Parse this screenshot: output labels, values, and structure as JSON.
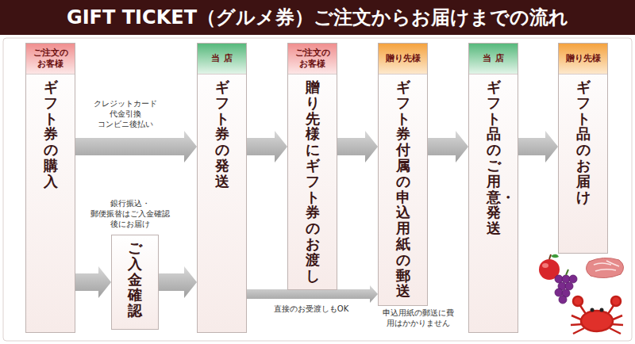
{
  "diagram": {
    "title": "GIFT TICKET（グルメ券）ご注文からお届けまでの流れ",
    "nodes": [
      {
        "text": [
          "ご注文のお客様",
          "ギフト券の購入"
        ]
      },
      {
        "text": [
          "ご入金確認"
        ]
      },
      {
        "text": [
          "当店",
          "ギフト券の発送"
        ]
      },
      {
        "text": [
          "ご注文のお客様",
          "贈り先様にギフト券のお渡し"
        ]
      },
      {
        "text": [
          "贈り先様",
          "ギフト券付属の申込用紙の郵送"
        ]
      },
      {
        "text": [
          "当店",
          "ギフト品のご用意・発送"
        ]
      },
      {
        "text": [
          "贈り先様",
          "ギフト品のお届け"
        ]
      }
    ],
    "edges": [
      {
        "from": 0,
        "to": 2,
        "label": "クレジットカード 代金引換 コンビニ後払い",
        "arrow": "to"
      },
      {
        "from": 0,
        "to": 1,
        "label": "銀行振込・郵便振替はご入金確認後にお届け",
        "arrow": "to"
      },
      {
        "from": 1,
        "to": 2,
        "arrow": "to"
      },
      {
        "from": 2,
        "to": 3,
        "arrow": "to"
      },
      {
        "from": 2,
        "to": 4,
        "label": "直接のお受渡しもOK",
        "arrow": "to"
      },
      {
        "from": 3,
        "to": 4,
        "arrow": "to"
      },
      {
        "from": 4,
        "to": 5,
        "arrow": "to"
      },
      {
        "from": 5,
        "to": 6,
        "arrow": "to"
      }
    ],
    "labels": [
      "申込用紙の郵送に費用はかかりません"
    ]
  }
}
